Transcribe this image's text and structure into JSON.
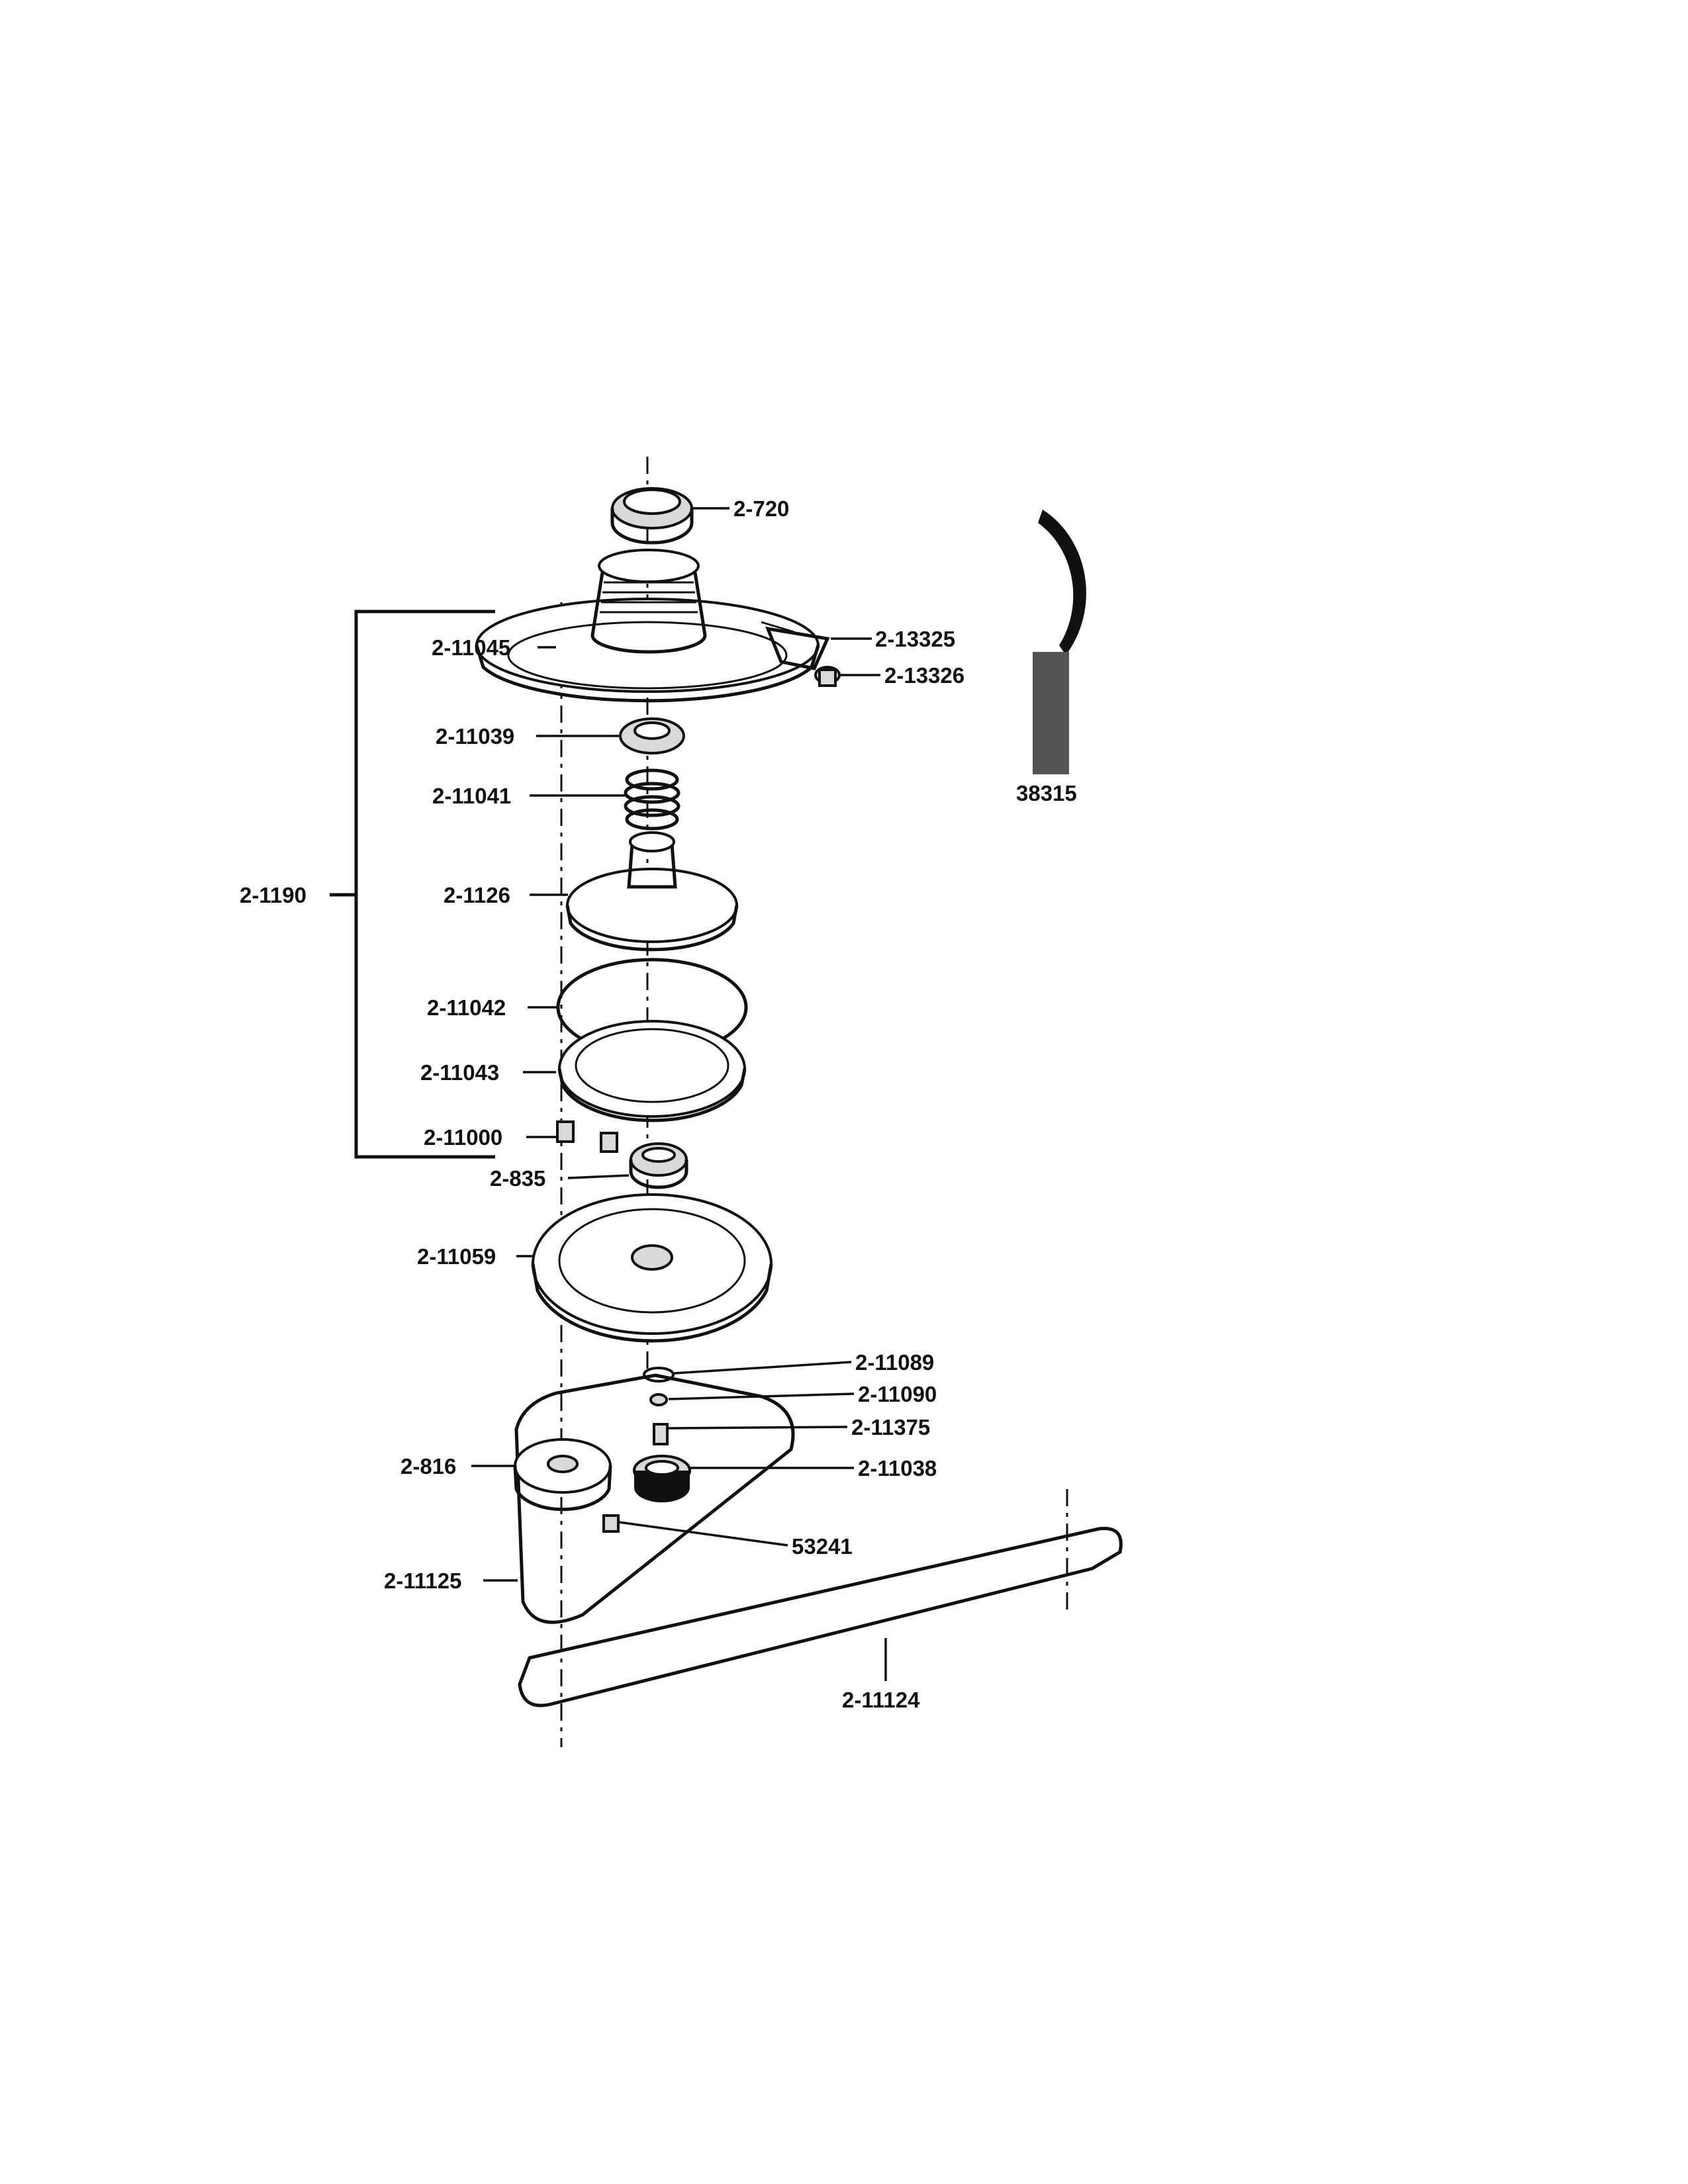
{
  "parts": {
    "p2_720": "2-720",
    "p2_11045": "2-11045",
    "p2_13325": "2-13325",
    "p2_13326": "2-13326",
    "p38315": "38315",
    "p2_11039": "2-11039",
    "p2_11041": "2-11041",
    "p2_1190": "2-1190",
    "p2_1126": "2-1126",
    "p2_11042": "2-11042",
    "p2_11043": "2-11043",
    "p2_11000": "2-11000",
    "p2_835": "2-835",
    "p2_11059": "2-11059",
    "p2_11089": "2-11089",
    "p2_11090": "2-11090",
    "p2_11375": "2-11375",
    "p2_816": "2-816",
    "p2_11038": "2-11038",
    "p53241": "53241",
    "p2_11125": "2-11125",
    "p2_11124": "2-11124"
  }
}
